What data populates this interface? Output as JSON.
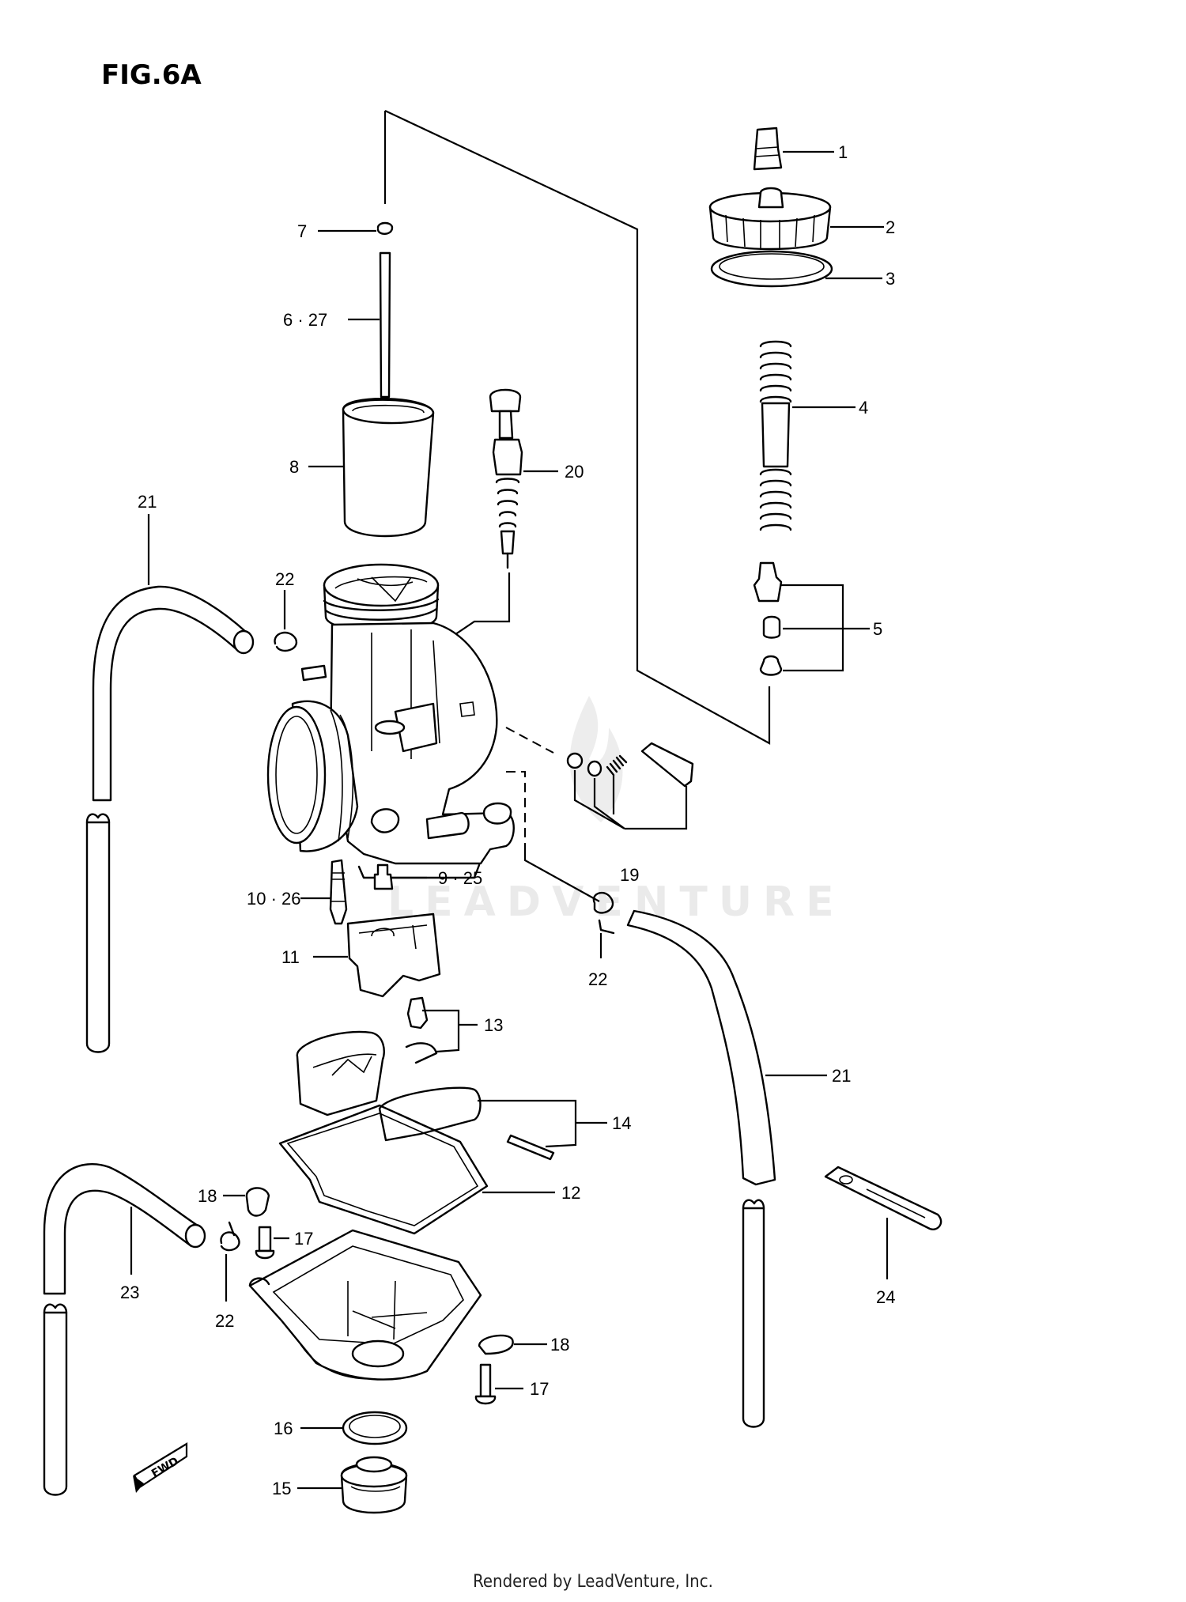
{
  "figure": {
    "title": "FIG.6A"
  },
  "callouts": {
    "c1": "1",
    "c2": "2",
    "c3": "3",
    "c4": "4",
    "c5": "5",
    "c6": "6 · 27",
    "c7": "7",
    "c8": "8",
    "c9": "9 · 25",
    "c10": "10 · 26",
    "c11": "11",
    "c12": "12",
    "c13": "13",
    "c14": "14",
    "c15": "15",
    "c16": "16",
    "c17a": "17",
    "c17b": "17",
    "c18a": "18",
    "c18b": "18",
    "c19": "19",
    "c20": "20",
    "c21a": "21",
    "c21b": "21",
    "c22a": "22",
    "c22b": "22",
    "c22c": "22",
    "c23": "23",
    "c24": "24"
  },
  "direction_mark": "FWD",
  "watermark": "LEADVENTURE",
  "footer": "Rendered by LeadVenture, Inc."
}
